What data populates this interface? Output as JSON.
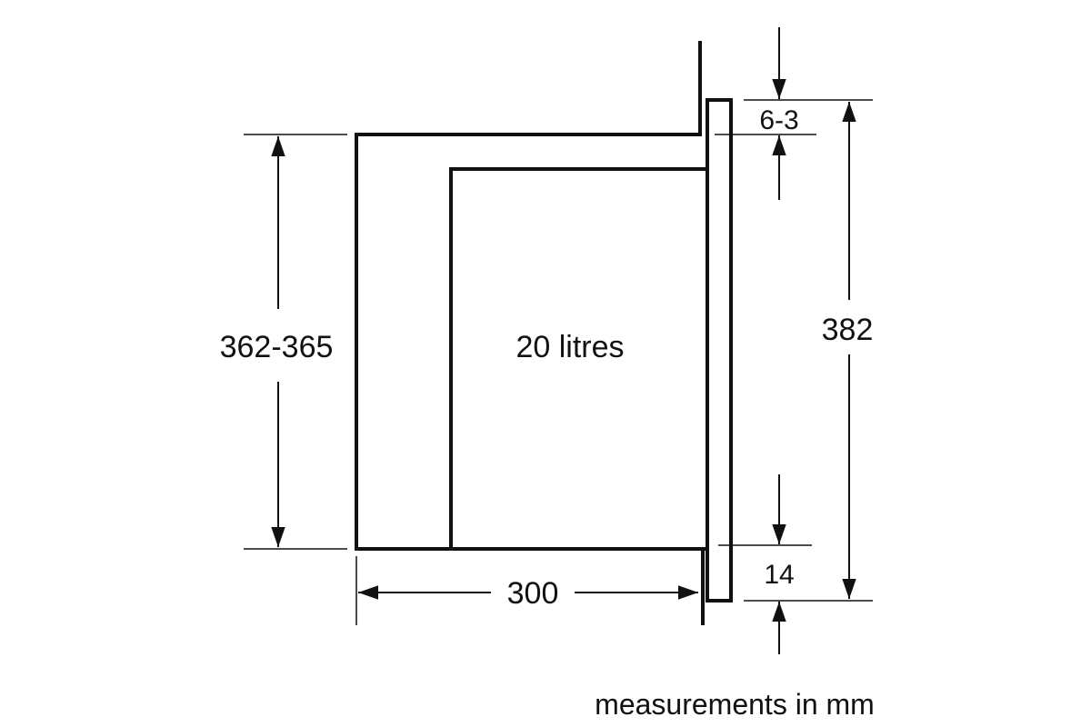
{
  "labels": {
    "height_opening": "362-365",
    "depth": "300",
    "volume": "20 litres",
    "top_gap": "6-3",
    "bottom_gap": "14",
    "door_height": "382",
    "units_note": "measurements in mm"
  },
  "colors": {
    "line": "#111111",
    "background": "#ffffff"
  }
}
